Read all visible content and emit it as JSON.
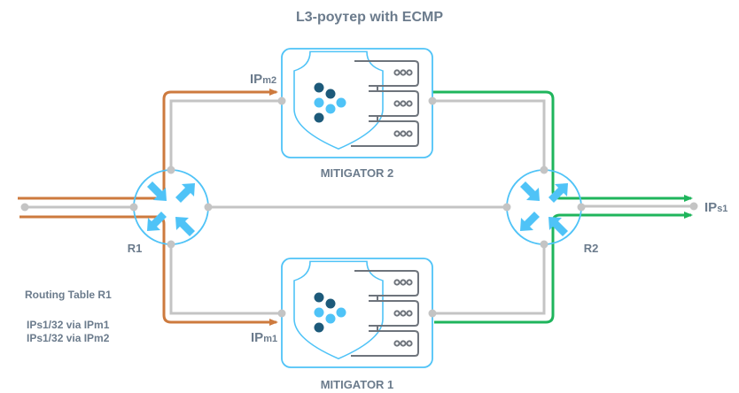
{
  "title": "L3-роутер with ECMP",
  "colors": {
    "router_stroke": "#4fc3f7",
    "router_arrow": "#4fc3f7",
    "box_stroke": "#4fc3f7",
    "link_grey": "#c4c4c4",
    "path_orange": "#cd7a3e",
    "path_green": "#1fb55c",
    "label_text": "#6b7b8c",
    "server_stroke": "#6e747c",
    "dot_dark": "#1d5a7a",
    "dot_light": "#4fc3f7"
  },
  "routers": [
    {
      "id": "r1",
      "label": "R1"
    },
    {
      "id": "r2",
      "label": "R2"
    }
  ],
  "mitigators": [
    {
      "id": "m2",
      "label": "MITIGATOR 2",
      "ip_main": "IP",
      "ip_sub": "m2"
    },
    {
      "id": "m1",
      "label": "MITIGATOR 1",
      "ip_main": "IP",
      "ip_sub": "m1"
    }
  ],
  "destination": {
    "ip_main": "IP",
    "ip_sub": "s1"
  },
  "routing_table": {
    "title": "Routing Table R1",
    "entries": [
      "IPs1/32 via IPm1",
      "IPs1/32 via IPm2"
    ]
  }
}
